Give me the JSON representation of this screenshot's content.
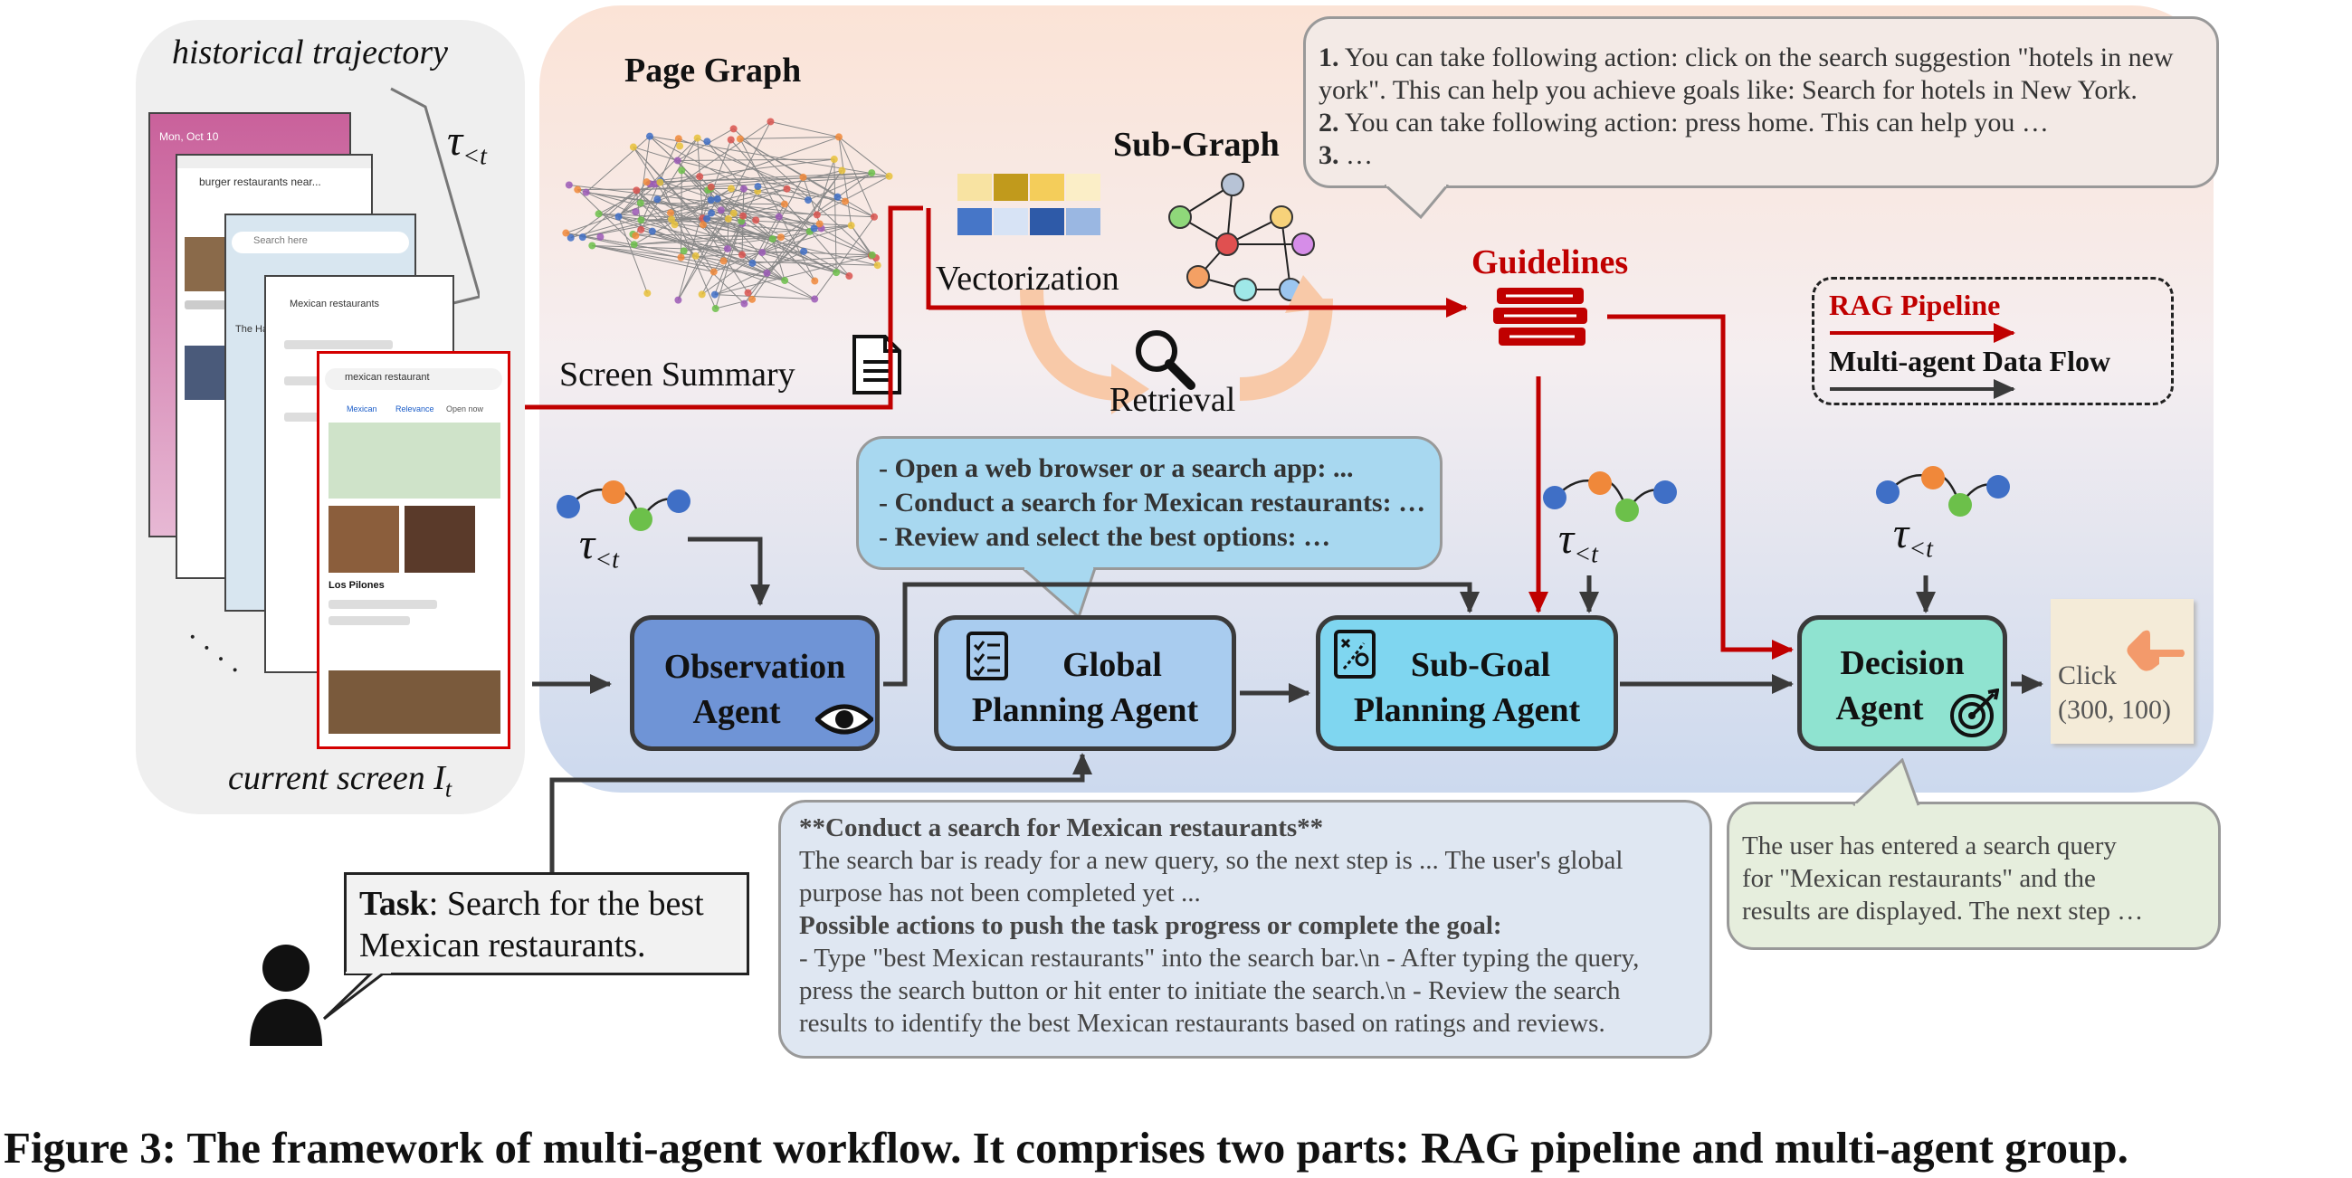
{
  "screens": {
    "historical_trajectory_label": "historical trajectory",
    "tau_symbol": "τ",
    "tau_subscript": "<t",
    "current_screen_label": "current screen I",
    "current_screen_subscript": "t",
    "ellipsis": "· · · ·",
    "phone_texts": {
      "date": "Mon, Oct 10",
      "search1": "burger restaurants near...",
      "search2": "Search here",
      "search3": "Mexican restaurants",
      "search4": "mexican restaurant",
      "chip1": "Mexican",
      "chip2": "Relevance",
      "chip3": "Open now",
      "place": "Los Pilones",
      "map_city": "The Hague"
    }
  },
  "rag": {
    "page_graph": "Page Graph",
    "screen_summary": "Screen Summary",
    "vectorization": "Vectorization",
    "sub_graph": "Sub-Graph",
    "retrieval": "Retrieval",
    "guidelines": "Guidelines"
  },
  "guidelines_bubble": {
    "line1_num": "1.",
    "line1": "You can take following action: click on the search suggestion \"hotels in new",
    "line2": "york\". This can help you achieve goals like: Search for hotels in New York.",
    "line3_num": "2.",
    "line3": "You can take following action: press home. This can help you …",
    "line4_num": "3.",
    "line4": "…"
  },
  "legend": {
    "rag_pipeline": "RAG Pipeline",
    "multi_agent": "Multi-agent Data Flow"
  },
  "global_plan_bubble": {
    "line1": "- Open a web browser or a search app: ...",
    "line2": "- Conduct a search for Mexican restaurants: …",
    "line3": "- Review and select the best options: …"
  },
  "agents": {
    "observation": [
      "Observation",
      "Agent"
    ],
    "global": [
      "Global",
      "Planning Agent"
    ],
    "subgoal": [
      "Sub-Goal",
      "Planning Agent"
    ],
    "decision": [
      "Decision",
      "Agent"
    ]
  },
  "click_output": {
    "line1": "Click",
    "line2": "(300, 100)"
  },
  "task": {
    "label": "Task",
    "text1": ": Search for the best",
    "text2": "Mexican restaurants."
  },
  "subgoal_bubble": {
    "line1": "**Conduct a search for Mexican restaurants**",
    "line2": "The search bar is ready for a new query, so the next step is ... The user's global",
    "line3": "purpose has not been completed yet ...",
    "line4": "Possible actions to push the task progress or complete the goal:",
    "line5": " - Type \"best Mexican restaurants\" into the search bar.\\n - After typing the query,",
    "line6": "press the search button or hit enter to initiate the search.\\n - Review the search",
    "line7": "results to identify the best Mexican restaurants based on ratings and reviews."
  },
  "decision_bubble": {
    "line1": "The user has entered a search query",
    "line2": "for \"Mexican restaurants\" and the",
    "line3": "results are displayed. The next step …"
  },
  "caption": "Figure 3: The framework of multi-agent workflow. It comprises two parts: RAG pipeline and multi-agent group.",
  "colors": {
    "rag_red": "#c00000",
    "flow_dark": "#3a3a3a",
    "obs_fill": "#6f94d6",
    "global_fill": "#a9ccef",
    "subgoal_fill": "#7fd6f0",
    "decision_fill": "#8fe3d0",
    "graph_blue": "#3f6fc6",
    "graph_orange": "#f0883a",
    "graph_green": "#6cc04a",
    "graph_red": "#d9534f"
  }
}
